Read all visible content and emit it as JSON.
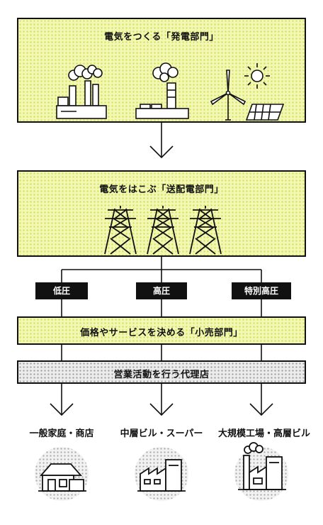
{
  "generation": {
    "title": "電気をつくる「発電部門」"
  },
  "transmission": {
    "title": "電気をはこぶ「送配電部門」"
  },
  "voltages": [
    "低圧",
    "高圧",
    "特別高圧"
  ],
  "retail": {
    "title": "価格やサービスを決める「小売部門」"
  },
  "agency": {
    "title": "営業活動を行う代理店"
  },
  "customers": [
    "一般家庭・商店",
    "中層ビル・スーパー",
    "大規模工場・高層ビル"
  ],
  "colors": {
    "accent": "#f2f7b4",
    "dots": "#d2df55",
    "line": "#111111"
  }
}
